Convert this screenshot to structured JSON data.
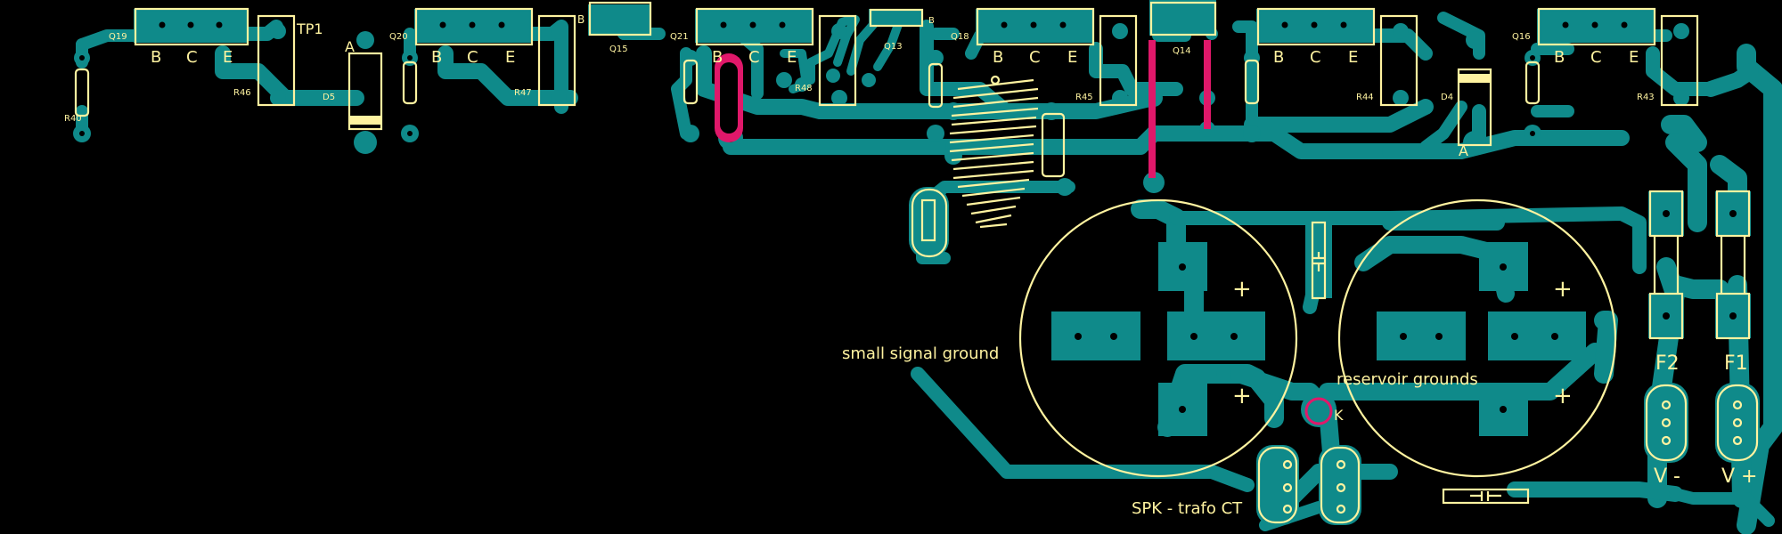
{
  "colors": {
    "background": "#000000",
    "copper": "#0f8a8a",
    "silkscreen": "#fff3a0",
    "jumper": "#e0186a"
  },
  "pin_labels": {
    "b": "B",
    "c": "C",
    "e": "E"
  },
  "designators": {
    "q19": "Q19",
    "q20": "Q20",
    "q21": "Q21",
    "q18": "Q18",
    "q16": "Q16",
    "q15": "Q15",
    "q13": "Q13",
    "q14": "Q14",
    "r40": "R40",
    "r46": "R46",
    "r47": "R47",
    "r48": "R48",
    "r45": "R45",
    "r44": "R44",
    "r43": "R43",
    "d5": "D5",
    "d4": "D4",
    "tp1": "TP1",
    "anode": "A",
    "b_small": "B",
    "k": "K"
  },
  "annotations": {
    "small_signal_ground": "small signal ground",
    "reservoir_grounds": "reservoir grounds",
    "spk_trafo_ct": "SPK - trafo CT",
    "f2": "F2",
    "f1": "F1",
    "v_minus": "V -",
    "v_plus": "V +",
    "plus": "+"
  }
}
